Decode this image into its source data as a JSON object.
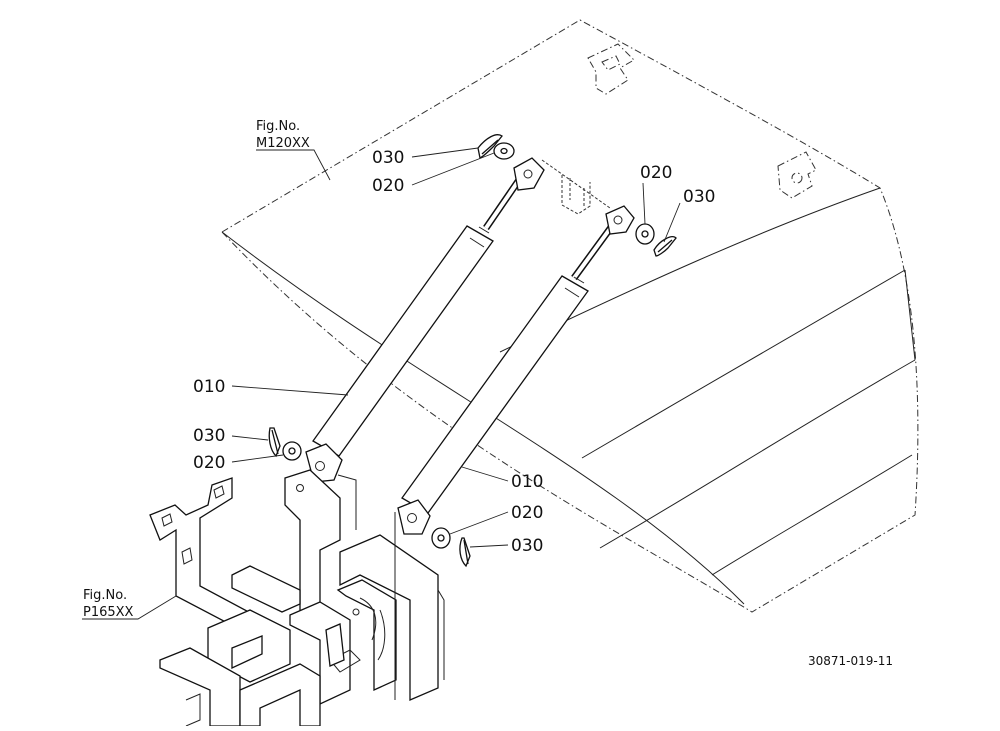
{
  "callouts": {
    "part_010": "010",
    "part_020": "020",
    "part_030": "030"
  },
  "references": {
    "upper": {
      "prefix": "Fig.No.",
      "number": "M120XX"
    },
    "lower": {
      "prefix": "Fig.No.",
      "number": "P165XX"
    }
  },
  "diagram_code": "30871-019-11"
}
